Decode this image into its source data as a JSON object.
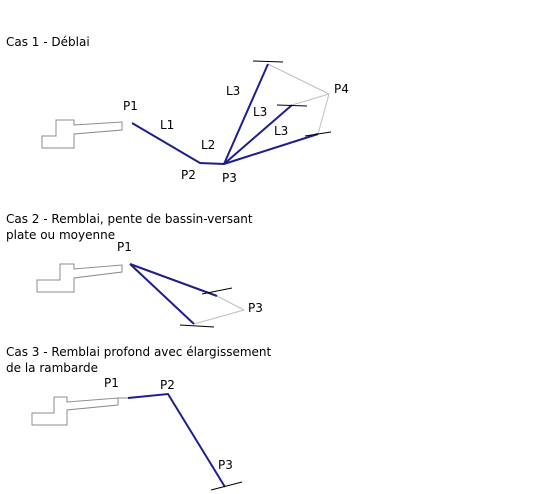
{
  "colors": {
    "main_line": "#1e1e8c",
    "road_outline": "#8c8c8c",
    "guide_line": "#c0c0c0",
    "tick": "#000000"
  },
  "case1": {
    "title": "Cas 1 - Déblai",
    "labels": {
      "p1": "P1",
      "p2": "P2",
      "p3": "P3",
      "p4": "P4",
      "l1": "L1",
      "l2": "L2",
      "l3_top": "L3",
      "l3_mid": "L3",
      "l3_low": "L3"
    }
  },
  "case2": {
    "title_line1": "Cas 2 - Remblai, pente de bassin-versant",
    "title_line2": "plate ou moyenne",
    "labels": {
      "p1": "P1",
      "p3": "P3"
    }
  },
  "case3": {
    "title_line1": "Cas 3 - Remblai profond avec élargissement",
    "title_line2": "de la rambarde",
    "labels": {
      "p1": "P1",
      "p2": "P2",
      "p3": "P3"
    }
  }
}
